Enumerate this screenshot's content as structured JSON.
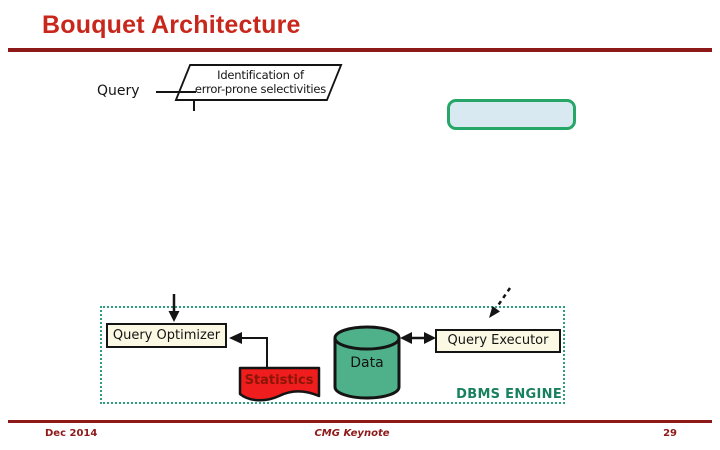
{
  "title": "Bouquet Architecture",
  "diagram": {
    "query_label": "Query",
    "identification_step": {
      "line1": "Identification of",
      "line2": "error-prone selectivities"
    },
    "dbms": {
      "engine_label": "DBMS ENGINE",
      "query_optimizer": "Query Optimizer",
      "statistics": "Statistics",
      "data": "Data",
      "query_executor": "Query Executor"
    }
  },
  "footer": {
    "date": "Dec 2014",
    "event": "CMG Keynote",
    "page_number": "29"
  },
  "colors": {
    "title_red": "#C8271C",
    "rule_maroon": "#8E1919",
    "footer_maroon": "#8E1919",
    "teal_dotted": "#2E9E7E",
    "teal_text": "#17805F",
    "green_border": "#27A767",
    "highlight_fill": "#D9E9F1",
    "cream_fill": "#FBF9E4",
    "cylinder_green": "#4EB189",
    "statistics_red": "#EF1D1D",
    "statistics_text": "#8B1507",
    "ink": "#141414"
  }
}
